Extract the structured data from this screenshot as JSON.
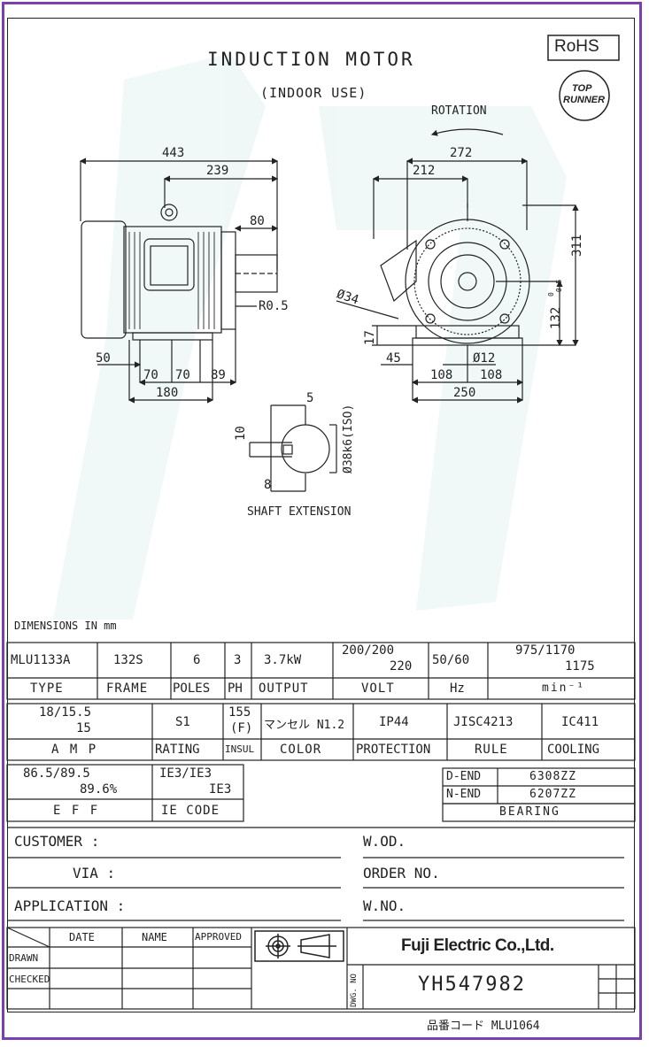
{
  "header": {
    "title": "INDUCTION MOTOR",
    "subtitle": "(INDOOR USE)",
    "rohs": "RoHS",
    "top_runner_1": "TOP",
    "top_runner_2": "RUNNER",
    "rotation": "ROTATION"
  },
  "dimensions": {
    "d443": "443",
    "d239": "239",
    "d80": "80",
    "r05": "R0.5",
    "d50": "50",
    "d70a": "70",
    "d70b": "70",
    "d89": "89",
    "d180": "180",
    "d272": "272",
    "d212": "212",
    "d311": "311",
    "d132": "132",
    "d132tol": "0\n-0.5",
    "d34": "Ø34",
    "d17": "17",
    "d45": "45",
    "d12": "Ø12",
    "d108a": "108",
    "d108b": "108",
    "d250": "250",
    "s5": "5",
    "s10": "10",
    "s8": "8",
    "s38": "Ø38k6(ISO)",
    "shaft_label": "SHAFT EXTENSION",
    "units_note": "DIMENSIONS IN mm"
  },
  "spec_row1": {
    "type": "MLU1133A",
    "frame": "132S",
    "poles": "6",
    "ph": "3",
    "output": "3.7kW",
    "volt_1": "200/200",
    "volt_2": "220",
    "hz": "50/60",
    "rpm_1": "975/1170",
    "rpm_2": "1175"
  },
  "spec_row1_headers": {
    "type": "TYPE",
    "frame": "FRAME",
    "poles": "POLES",
    "ph": "PH",
    "output": "OUTPUT",
    "volt": "VOLT",
    "hz": "Hz",
    "rpm": "min⁻¹"
  },
  "spec_row2": {
    "amp_1": "18/15.5",
    "amp_2": "15",
    "rating": "S1",
    "insul_1": "155",
    "insul_2": "(F)",
    "color": "マンセル N1.2",
    "protection": "IP44",
    "rule": "JISC4213",
    "cooling": "IC411"
  },
  "spec_row2_headers": {
    "amp": "A M P",
    "rating": "RATING",
    "insul": "INSUL",
    "color": "COLOR",
    "protection": "PROTECTION",
    "rule": "RULE",
    "cooling": "COOLING"
  },
  "efficiency": {
    "eff_1": "86.5/89.5",
    "eff_2": "89.6%",
    "ie_1": "IE3/IE3",
    "ie_2": "IE3",
    "eff_label": "E F F",
    "ie_label": "IE CODE"
  },
  "bearing": {
    "d_label": "D-END",
    "d_value": "6308ZZ",
    "n_label": "N-END",
    "n_value": "6207ZZ",
    "title": "BEARING"
  },
  "order_fields": {
    "customer": "CUSTOMER :",
    "via": "VIA :",
    "application": "APPLICATION :",
    "wod": "W.OD.",
    "order_no": "ORDER NO.",
    "wno": "W.NO."
  },
  "title_block": {
    "date": "DATE",
    "name": "NAME",
    "approved": "APPROVED",
    "drawn": "DRAWN",
    "checked": "CHECKED",
    "company": "Fuji Electric Co.,Ltd.",
    "dwg_no_label": "DWG. NO",
    "dwg_no": "YH547982"
  },
  "footer": {
    "item_code": "品番コード MLU1064"
  }
}
